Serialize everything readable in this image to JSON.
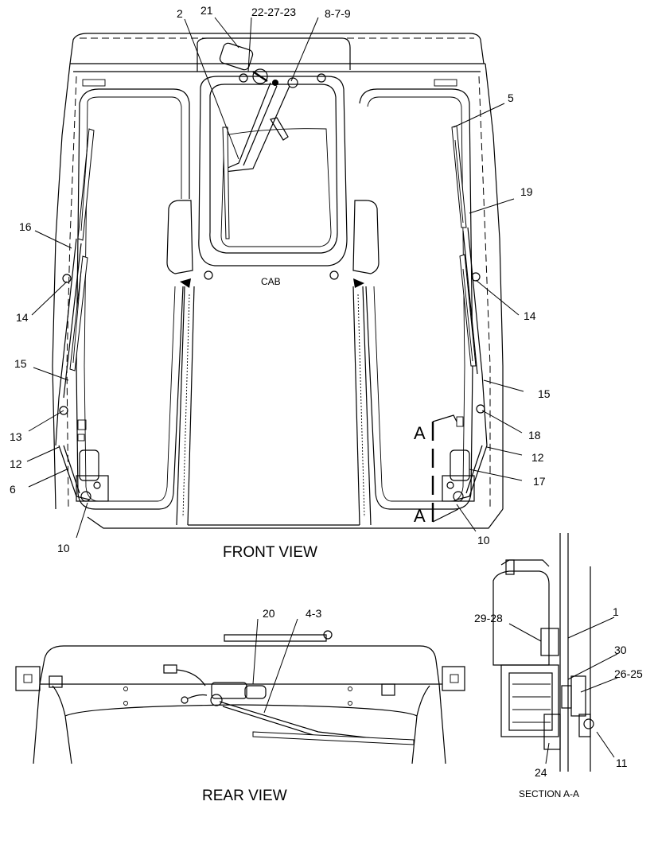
{
  "views": {
    "front": "FRONT VIEW",
    "rear": "REAR VIEW",
    "section": "SECTION A-A",
    "cab": "CAB"
  },
  "section_marker": {
    "letter": "A"
  },
  "callouts": {
    "c2": "2",
    "c21": "21",
    "c22_27_23": "22-27-23",
    "c8_7_9": "8-7-9",
    "c5": "5",
    "c19": "19",
    "c16": "16",
    "c14_left": "14",
    "c14_right": "14",
    "c15_left": "15",
    "c15_right": "15",
    "c13": "13",
    "c12_left": "12",
    "c12_right": "12",
    "c6": "6",
    "c10_left": "10",
    "c10_right": "10",
    "c18": "18",
    "c17": "17",
    "c20": "20",
    "c4_3": "4-3",
    "c1": "1",
    "c29_28": "29-28",
    "c30": "30",
    "c26_25": "26-25",
    "c24": "24",
    "c11": "11"
  },
  "icons": [
    "wiper-motor-icon",
    "wiper-blade-icon",
    "wiper-arm-icon"
  ]
}
